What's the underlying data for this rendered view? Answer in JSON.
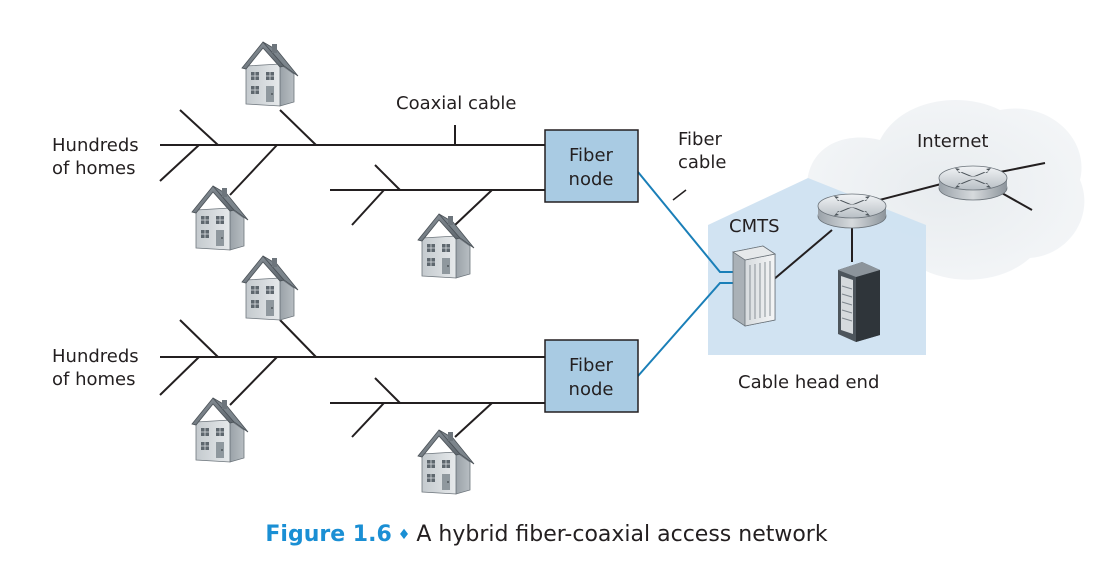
{
  "labels": {
    "hundreds_top": [
      "Hundreds",
      "of homes"
    ],
    "hundreds_bottom": [
      "Hundreds",
      "of homes"
    ],
    "coaxial_cable": "Coaxial cable",
    "fiber_node_top": [
      "Fiber",
      "node"
    ],
    "fiber_node_bottom": [
      "Fiber",
      "node"
    ],
    "fiber_cable": [
      "Fiber",
      "cable"
    ],
    "cmts": "CMTS",
    "internet": "Internet",
    "cable_head_end": "Cable head end"
  },
  "caption": {
    "figure": "Figure 1.6",
    "separator": "♦",
    "text": "A hybrid fiber-coaxial access network"
  },
  "colors": {
    "fiber_line": "#1a7fb8",
    "fiber_node_fill": "#a9cbe3",
    "head_end_fill": "#cfe2f1",
    "internet_cloud": "#e4e8ec",
    "caption_accent": "#1a8fd4"
  },
  "icons": [
    "house-icon",
    "router-icon",
    "server-icon",
    "cmts-icon"
  ]
}
